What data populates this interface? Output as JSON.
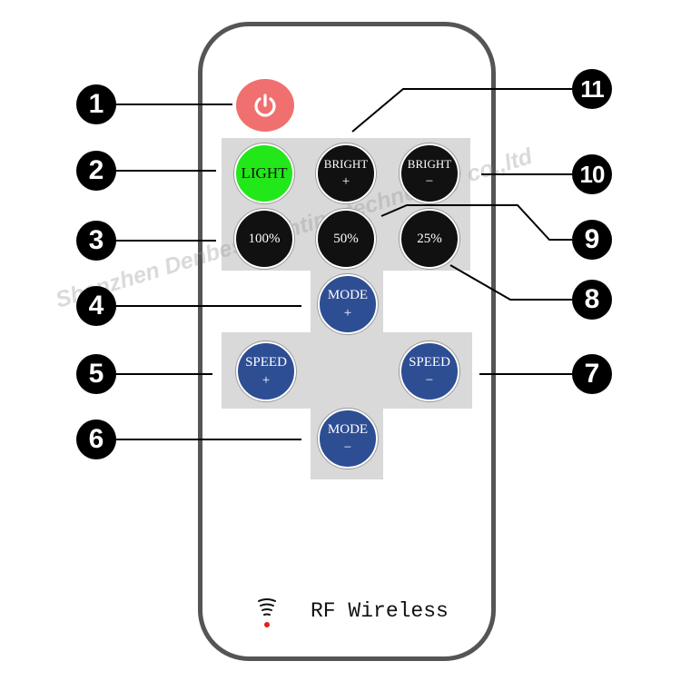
{
  "callouts": [
    "1",
    "2",
    "3",
    "4",
    "5",
    "6",
    "7",
    "8",
    "9",
    "10",
    "11"
  ],
  "buttons": {
    "light": "LIGHT",
    "bright_plus": {
      "label": "BRIGHT",
      "sign": "+"
    },
    "bright_minus": {
      "label": "BRIGHT",
      "sign": "−"
    },
    "p100": "100%",
    "p50": "50%",
    "p25": "25%",
    "mode_plus": {
      "label": "MODE",
      "sign": "+"
    },
    "mode_minus": {
      "label": "MODE",
      "sign": "−"
    },
    "speed_plus": {
      "label": "SPEED",
      "sign": "+"
    },
    "speed_minus": {
      "label": "SPEED",
      "sign": "−"
    }
  },
  "footer": {
    "label": "RF Wireless"
  },
  "watermark": "Shenzhen Denbess lighting technology co.,ltd",
  "colors": {
    "power": "#f07070",
    "light": "#22e81a",
    "black_button": "#111111",
    "blue_button": "#2e4e94",
    "panel": "#d9d9d9",
    "rf_dot": "#e02020"
  },
  "icons": {
    "power": "power-icon",
    "rf": "rf-signal-icon"
  }
}
